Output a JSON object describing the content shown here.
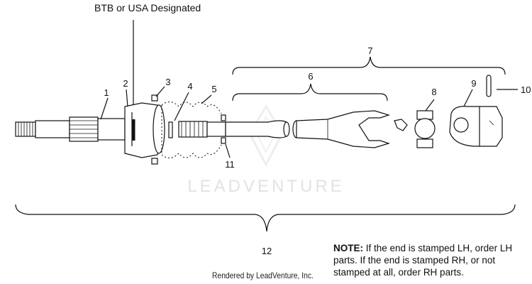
{
  "diagram": {
    "title": "BTB or USA Designated",
    "callouts": [
      "1",
      "2",
      "3",
      "4",
      "5",
      "6",
      "7",
      "8",
      "9",
      "10",
      "11",
      "12"
    ],
    "watermark": "LEADVENTURE",
    "note": {
      "heading": "NOTE:",
      "text": "If the end is stamped LH, order LH parts.  If the end is stamped RH, or not stamped at all, order RH parts."
    },
    "footer": "Rendered by LeadVenture, Inc."
  }
}
